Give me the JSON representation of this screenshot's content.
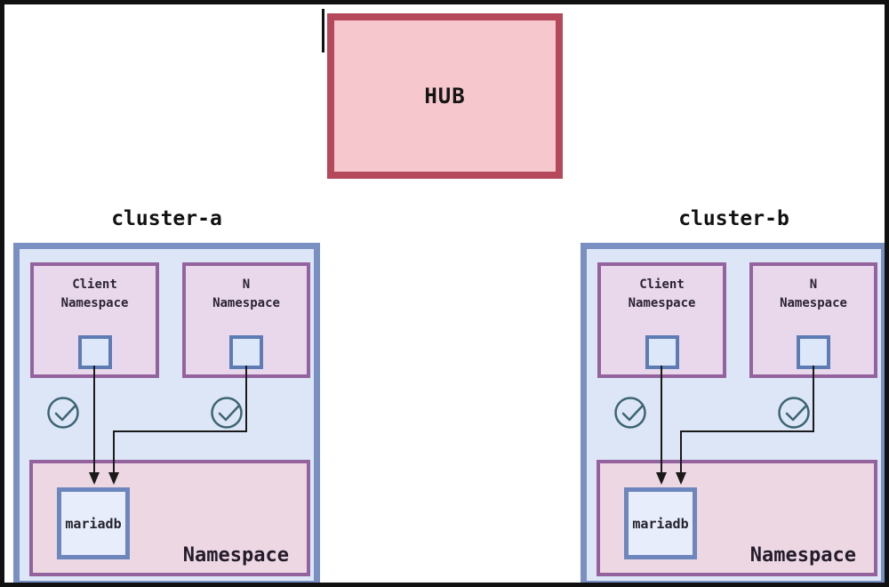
{
  "hub": {
    "label": "HUB"
  },
  "clusters": [
    {
      "title": "cluster-a",
      "client_namespace": {
        "line1": "Client",
        "line2": "Namespace"
      },
      "n_namespace": {
        "line1": "N",
        "line2": "Namespace"
      },
      "bottom_namespace": {
        "label": "Namespace",
        "workload": "mariadb"
      },
      "icons": [
        "check-icon",
        "check-icon"
      ]
    },
    {
      "title": "cluster-b",
      "client_namespace": {
        "line1": "Client",
        "line2": "Namespace"
      },
      "n_namespace": {
        "line1": "N",
        "line2": "Namespace"
      },
      "bottom_namespace": {
        "label": "Namespace",
        "workload": "mariadb"
      },
      "icons": [
        "check-icon",
        "check-icon"
      ]
    }
  ],
  "colors": {
    "page_border": "#111111",
    "hub_border": "#b5495b",
    "hub_fill": "#f6c7cd",
    "cluster_border": "#7a8fc2",
    "cluster_fill": "#dde6f7",
    "namespace_border": "#94639e",
    "namespace_fill": "#e9d8ec",
    "bottom_namespace_fill": "#ecd7e3",
    "pod_square_border": "#5d7cb4",
    "pod_square_fill": "#dce8f9",
    "db_box_border": "#6d86bd",
    "db_box_fill": "#e7edfb",
    "check_icon": "#3c6573",
    "connector": "#1a1a1a"
  }
}
